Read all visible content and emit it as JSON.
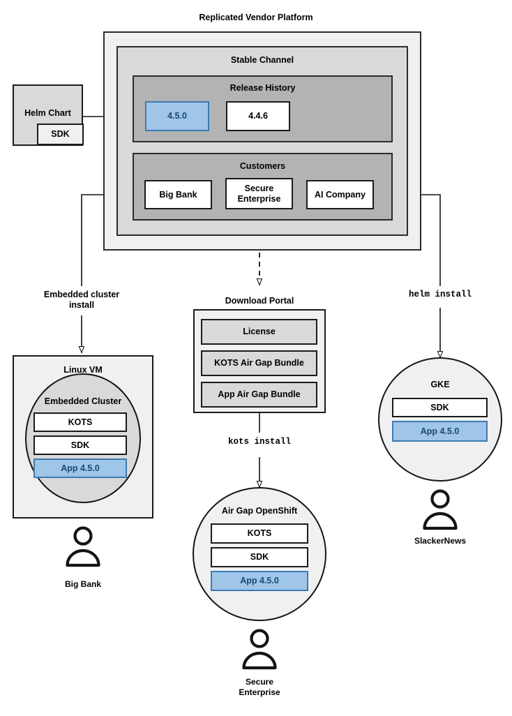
{
  "diagram": {
    "title": "Replicated Vendor Platform",
    "type": "architecture-flow"
  },
  "source": {
    "helm_chart": {
      "label": "Helm Chart",
      "sdk_label": "SDK"
    }
  },
  "platform": {
    "title": "Replicated Vendor Platform",
    "channel": {
      "title": "Stable Channel",
      "release_history": {
        "title": "Release History",
        "releases": [
          {
            "version": "4.5.0",
            "current": true
          },
          {
            "version": "4.4.6",
            "current": false
          }
        ]
      },
      "customers": {
        "title": "Customers",
        "entries": [
          {
            "name": "Big Bank"
          },
          {
            "name": "Secure\nEnterprise"
          },
          {
            "name": "AI Company"
          }
        ]
      }
    }
  },
  "edges": {
    "embedded_cluster_install": "Embedded cluster\ninstall",
    "kots_install": "kots install",
    "helm_install": "helm install"
  },
  "targets": {
    "linux_vm": {
      "title": "Linux VM",
      "cluster_title": "Embedded Cluster",
      "components": [
        {
          "label": "KOTS",
          "highlight": false
        },
        {
          "label": "SDK",
          "highlight": false
        },
        {
          "label": "App 4.5.0",
          "highlight": true
        }
      ],
      "actor": "Big Bank"
    },
    "download_portal": {
      "title": "Download Portal",
      "artifacts": [
        {
          "label": "License"
        },
        {
          "label": "KOTS Air Gap Bundle"
        },
        {
          "label": "App Air Gap Bundle"
        }
      ]
    },
    "air_gap_openshift": {
      "title": "Air Gap OpenShift",
      "components": [
        {
          "label": "KOTS",
          "highlight": false
        },
        {
          "label": "SDK",
          "highlight": false
        },
        {
          "label": "App 4.5.0",
          "highlight": true
        }
      ],
      "actor": "Secure\nEnterprise"
    },
    "gke": {
      "title": "GKE",
      "components": [
        {
          "label": "SDK",
          "highlight": false
        },
        {
          "label": "App 4.5.0",
          "highlight": true
        }
      ],
      "actor": "SlackerNews"
    }
  },
  "colors": {
    "highlight_fill": "#9fc5e8",
    "highlight_border": "#3d7ab0",
    "highlight_text": "#1c4a73",
    "panel_outer": "#f0f0f0",
    "panel_mid": "#d9d9d9",
    "panel_inner": "#b3b3b3",
    "stroke": "#1a1a1a"
  }
}
